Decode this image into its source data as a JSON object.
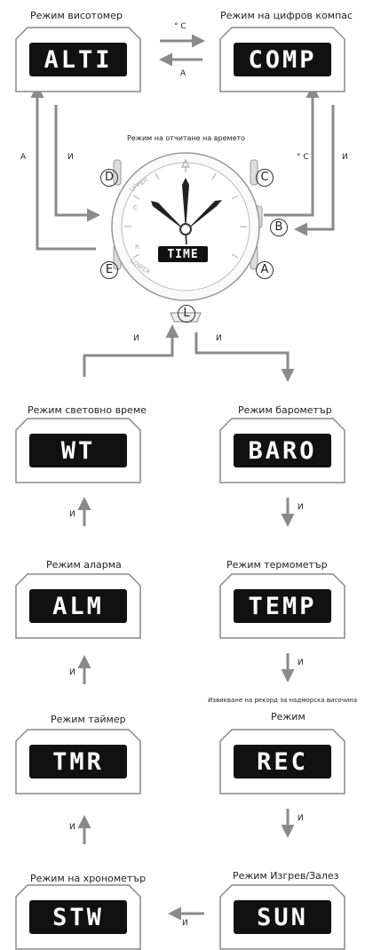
{
  "modes": {
    "alti": {
      "label": "Режим висотомер",
      "lcd": "ALTI"
    },
    "comp": {
      "label": "Режим на цифров компас",
      "lcd": "COMP"
    },
    "time": {
      "label": "Режим на отчитане на времето",
      "lcd": "TIME"
    },
    "wt": {
      "label": "Режим световно време",
      "lcd": "WT"
    },
    "baro": {
      "label": "Режим барометър",
      "lcd": "BARO"
    },
    "alm": {
      "label": "Режим аларма",
      "lcd": "ALM"
    },
    "temp": {
      "label": "Режим термометър",
      "lcd": "TEMP"
    },
    "tmr": {
      "label": "Режим таймер",
      "lcd": "TMR"
    },
    "rec": {
      "label_top": "Извикване на рекорд за надморска височина",
      "label": "Режим",
      "lcd": "REC"
    },
    "stw": {
      "label": "Режим на хронометър",
      "lcd": "STW"
    },
    "sun": {
      "label": "Режим Изгрев/Залез",
      "lcd": "SUN"
    }
  },
  "arrows": {
    "c_top": "° C",
    "a_top": "A",
    "a_left": "A",
    "i_left": "И",
    "c_right": "° C",
    "i_right": "И",
    "i_bottom_left": "И",
    "i_bottom_right": "И",
    "i": "И"
  },
  "buttons": {
    "a": "A",
    "b": "B",
    "c": "C",
    "d": "D",
    "e": "E",
    "l": "L"
  },
  "bezel": {
    "lower": "LOWER",
    "upper": "UPPER",
    "c": "C",
    "r": "R"
  }
}
